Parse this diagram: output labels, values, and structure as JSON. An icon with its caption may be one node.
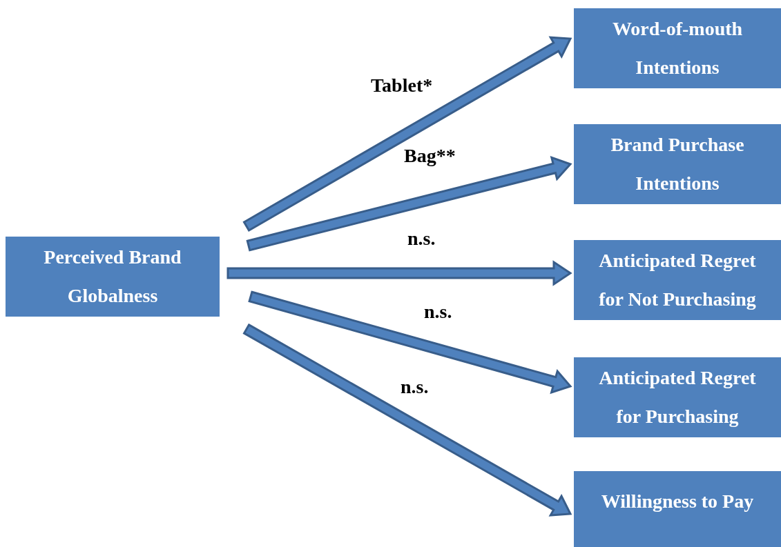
{
  "diagram": {
    "nodes": [
      {
        "text": [
          "Perceived Brand Globalness"
        ]
      },
      {
        "text": [
          "Word-of-mouth Intentions"
        ]
      },
      {
        "text": [
          "Brand Purchase Intentions"
        ]
      },
      {
        "text": [
          "Anticipated Regret for Not Purchasing"
        ]
      },
      {
        "text": [
          "Anticipated Regret for Purchasing"
        ]
      },
      {
        "text": [
          "Willingness to Pay"
        ]
      }
    ],
    "edges": [
      {
        "from": 0,
        "to": 1,
        "arrow": "to",
        "label": "Tablet*"
      },
      {
        "from": 0,
        "to": 2,
        "arrow": "to",
        "label": "Bag**"
      },
      {
        "from": 0,
        "to": 3,
        "arrow": "to",
        "label": "n.s."
      },
      {
        "from": 0,
        "to": 4,
        "arrow": "to",
        "label": "n.s."
      },
      {
        "from": 0,
        "to": 5,
        "arrow": "to",
        "label": "n.s."
      }
    ]
  }
}
